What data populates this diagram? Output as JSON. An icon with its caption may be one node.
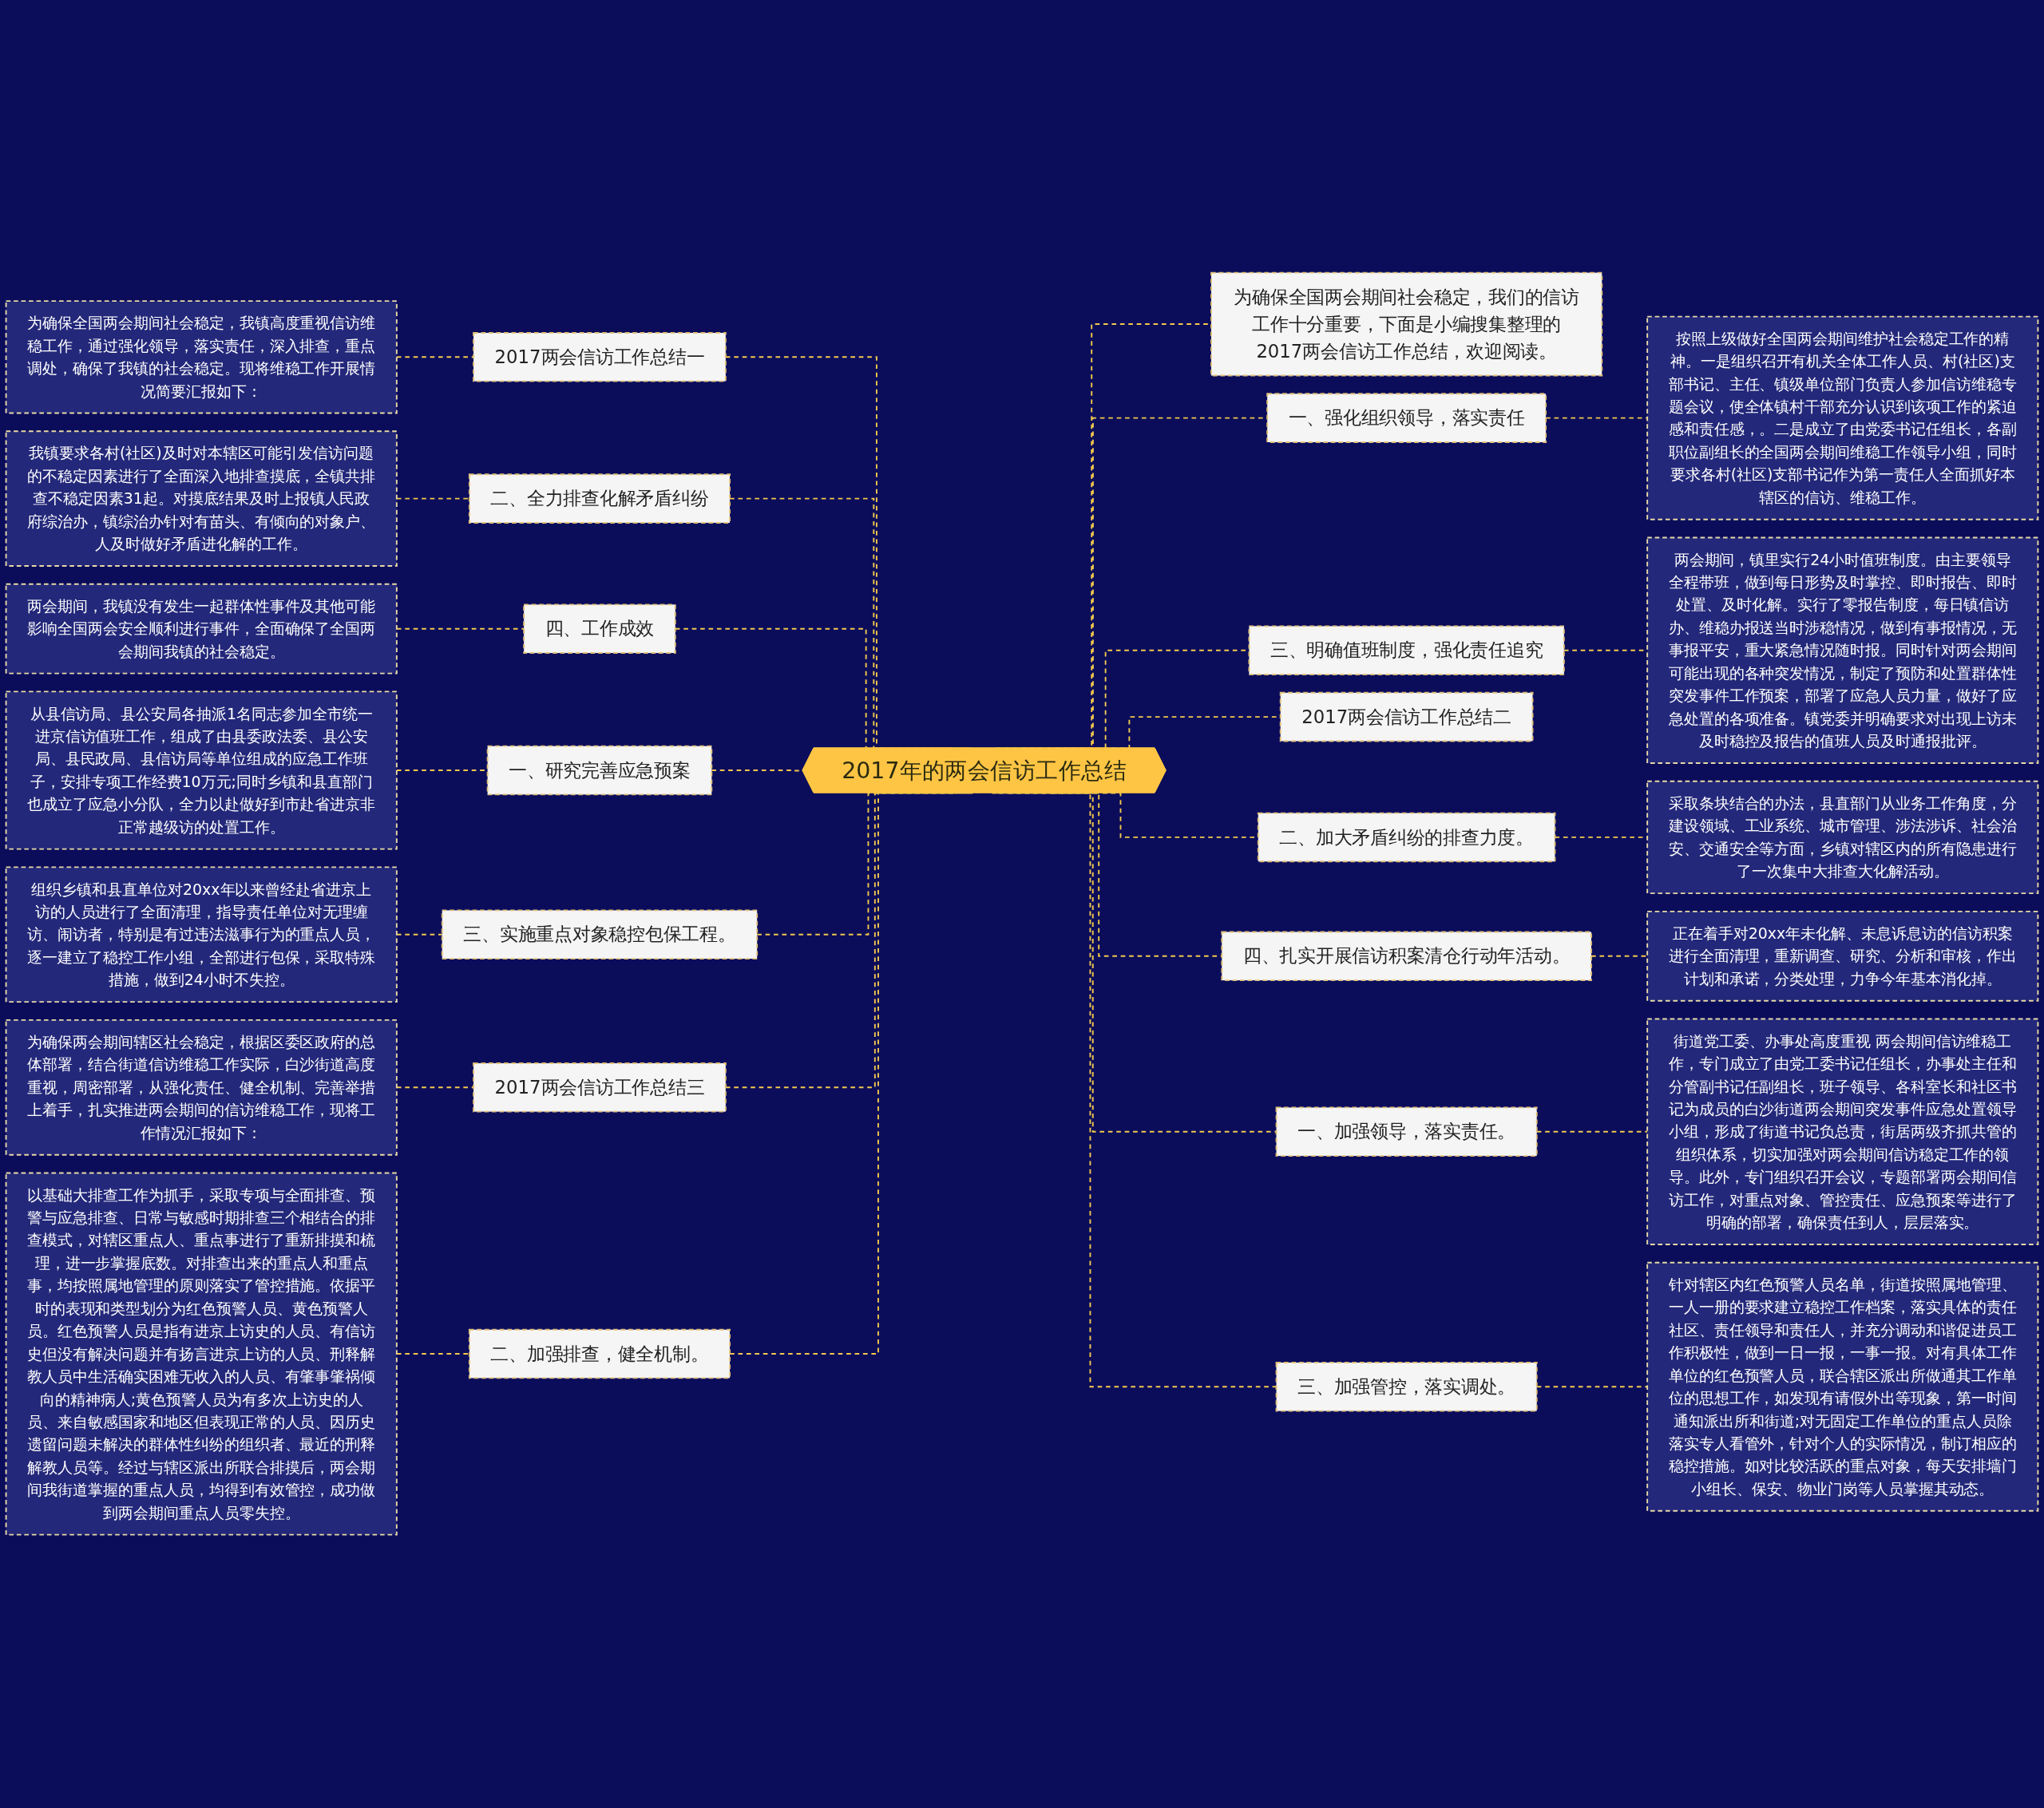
{
  "diagram": {
    "nodes": [
      {
        "text": [
          "2017年的两会信访工作总结"
        ]
      },
      {
        "text": [
          "2017两会信访工作总结一"
        ]
      },
      {
        "text": [
          "为确保全国两会期间社会稳定，我镇高度重视信访维稳工作，通过强化领导，落实责任，深入排查，重点调处，确保了我镇的社会稳定。现将维稳工作开展情况简要汇报如下："
        ]
      },
      {
        "text": [
          "二、全力排查化解矛盾纠纷"
        ]
      },
      {
        "text": [
          "我镇要求各村(社区)及时对本辖区可能引发信访问题的不稳定因素进行了全面深入地排查摸底，全镇共排查不稳定因素31起。对摸底结果及时上报镇人民政府综治办，镇综治办针对有苗头、有倾向的对象户、人及时做好矛盾进化解的工作。"
        ]
      },
      {
        "text": [
          "四、工作成效"
        ]
      },
      {
        "text": [
          "两会期间，我镇没有发生一起群体性事件及其他可能影响全国两会安全顺利进行事件，全面确保了全国两会期间我镇的社会稳定。"
        ]
      },
      {
        "text": [
          "一、研究完善应急预案"
        ]
      },
      {
        "text": [
          "从县信访局、县公安局各抽派1名同志参加全市统一进京信访值班工作，组成了由县委政法委、县公安局、县民政局、县信访局等单位组成的应急工作班子，安排专项工作经费10万元;同时乡镇和县直部门也成立了应急小分队，全力以赴做好到市赴省进京非正常越级访的处置工作。"
        ]
      },
      {
        "text": [
          "三、实施重点对象稳控包保工程。"
        ]
      },
      {
        "text": [
          "组织乡镇和县直单位对20xx年以来曾经赴省进京上访的人员进行了全面清理，指导责任单位对无理缠访、闹访者，特别是有过违法滋事行为的重点人员，逐一建立了稳控工作小组，全部进行包保，采取特殊措施，做到24小时不失控。"
        ]
      },
      {
        "text": [
          "2017两会信访工作总结三"
        ]
      },
      {
        "text": [
          "为确保两会期间辖区社会稳定，根据区委区政府的总体部署，结合街道信访维稳工作实际，白沙街道高度重视，周密部署，从强化责任、健全机制、完善举措上着手，扎实推进两会期间的信访维稳工作，现将工作情况汇报如下："
        ]
      },
      {
        "text": [
          "二、加强排查，健全机制。"
        ]
      },
      {
        "text": [
          "以基础大排查工作为抓手，采取专项与全面排查、预警与应急排查、日常与敏感时期排查三个相结合的排查模式，对辖区重点人、重点事进行了重新排摸和梳理，进一步掌握底数。对排查出来的重点人和重点事，均按照属地管理的原则落实了管控措施。依据平时的表现和类型划分为红色预警人员、黄色预警人员。红色预警人员是指有进京上访史的人员、有信访史但没有解决问题并有扬言进京上访的人员、刑释解教人员中生活确实困难无收入的人员、有肇事肇祸倾向的精神病人;黄色预警人员为有多次上访史的人员、来自敏感国家和地区但表现正常的人员、因历史遗留问题未解决的群体性纠纷的组织者、最近的刑释解教人员等。经过与辖区派出所联合排摸后，两会期间我街道掌握的重点人员，均得到有效管控，成功做到两会期间重点人员零失控。"
        ]
      },
      {
        "text": [
          "为确保全国两会期间社会稳定，我们的信访工作十分重要，下面是小编搜集整理的2017两会信访工作总结，欢迎阅读。"
        ]
      },
      {
        "text": [
          "一、强化组织领导，落实责任"
        ]
      },
      {
        "text": [
          "按照上级做好全国两会期间维护社会稳定工作的精神。一是组织召开有机关全体工作人员、村(社区)支部书记、主任、镇级单位部门负责人参加信访维稳专题会议，使全体镇村干部充分认识到该项工作的紧迫感和责任感，。二是成立了由党委书记任组长，各副职位副组长的全国两会期间维稳工作领导小组，同时要求各村(社区)支部书记作为第一责任人全面抓好本辖区的信访、维稳工作。"
        ]
      },
      {
        "text": [
          "三、明确值班制度，强化责任追究"
        ]
      },
      {
        "text": [
          "两会期间，镇里实行24小时值班制度。由主要领导全程带班，做到每日形势及时掌控、即时报告、即时处置、及时化解。实行了零报告制度，每日镇信访办、维稳办报送当时涉稳情况，做到有事报情况，无事报平安，重大紧急情况随时报。同时针对两会期间可能出现的各种突发情况，制定了预防和处置群体性突发事件工作预案，部署了应急人员力量，做好了应急处置的各项准备。镇党委并明确要求对出现上访未及时稳控及报告的值班人员及时通报批评。"
        ]
      },
      {
        "text": [
          "2017两会信访工作总结二"
        ]
      },
      {
        "text": [
          "二、加大矛盾纠纷的排查力度。"
        ]
      },
      {
        "text": [
          "采取条块结合的办法，县直部门从业务工作角度，分建设领域、工业系统、城市管理、涉法涉诉、社会治安、交通安全等方面，乡镇对辖区内的所有隐患进行了一次集中大排查大化解活动。"
        ]
      },
      {
        "text": [
          "四、扎实开展信访积案清仓行动年活动。"
        ]
      },
      {
        "text": [
          "正在着手对20xx年未化解、未息诉息访的信访积案进行全面清理，重新调查、研究、分析和审核，作出计划和承诺，分类处理，力争今年基本消化掉。"
        ]
      },
      {
        "text": [
          "一、加强领导，落实责任。"
        ]
      },
      {
        "text": [
          "街道党工委、办事处高度重视 两会期间信访维稳工作，专门成立了由党工委书记任组长，办事处主任和分管副书记任副组长，班子领导、各科室长和社区书记为成员的白沙街道两会期间突发事件应急处置领导小组，形成了街道书记负总责，街居两级齐抓共管的组织体系，切实加强对两会期间信访稳定工作的领导。此外，专门组织召开会议，专题部署两会期间信访工作，对重点对象、管控责任、应急预案等进行了明确的部署，确保责任到人，层层落实。"
        ]
      },
      {
        "text": [
          "三、加强管控，落实调处。"
        ]
      },
      {
        "text": [
          "针对辖区内红色预警人员名单，街道按照属地管理、一人一册的要求建立稳控工作档案，落实具体的责任社区、责任领导和责任人，并充分调动和谐促进员工作积极性，做到一日一报，一事一报。对有具体工作单位的红色预警人员，联合辖区派出所做通其工作单位的思想工作，如发现有请假外出等现象，第一时间通知派出所和街道;对无固定工作单位的重点人员除落实专人看管外，针对个人的实际情况，制订相应的稳控措施。如对比较活跃的重点对象，每天安排墙门小组长、保安、物业门岗等人员掌握其动态。"
        ]
      }
    ],
    "edges": [
      {
        "from": 1,
        "to": 0,
        "arrow": "none",
        "style": "dashed"
      },
      {
        "from": 2,
        "to": 1,
        "arrow": "none",
        "style": "dashed"
      },
      {
        "from": 3,
        "to": 0,
        "arrow": "none",
        "style": "dashed"
      },
      {
        "from": 4,
        "to": 3,
        "arrow": "none",
        "style": "dashed"
      },
      {
        "from": 5,
        "to": 0,
        "arrow": "none",
        "style": "dashed"
      },
      {
        "from": 6,
        "to": 5,
        "arrow": "none",
        "style": "dashed"
      },
      {
        "from": 7,
        "to": 0,
        "arrow": "none",
        "style": "dashed"
      },
      {
        "from": 8,
        "to": 7,
        "arrow": "none",
        "style": "dashed"
      },
      {
        "from": 9,
        "to": 0,
        "arrow": "none",
        "style": "dashed"
      },
      {
        "from": 10,
        "to": 9,
        "arrow": "none",
        "style": "dashed"
      },
      {
        "from": 11,
        "to": 0,
        "arrow": "none",
        "style": "dashed"
      },
      {
        "from": 12,
        "to": 11,
        "arrow": "none",
        "style": "dashed"
      },
      {
        "from": 13,
        "to": 0,
        "arrow": "none",
        "style": "dashed"
      },
      {
        "from": 14,
        "to": 13,
        "arrow": "none",
        "style": "dashed"
      },
      {
        "from": 0,
        "to": 15,
        "arrow": "none",
        "style": "dashed"
      },
      {
        "from": 0,
        "to": 16,
        "arrow": "none",
        "style": "dashed"
      },
      {
        "from": 16,
        "to": 17,
        "arrow": "none",
        "style": "dashed"
      },
      {
        "from": 0,
        "to": 18,
        "arrow": "none",
        "style": "dashed"
      },
      {
        "from": 18,
        "to": 19,
        "arrow": "none",
        "style": "dashed"
      },
      {
        "from": 0,
        "to": 20,
        "arrow": "none",
        "style": "dashed"
      },
      {
        "from": 0,
        "to": 21,
        "arrow": "none",
        "style": "dashed"
      },
      {
        "from": 21,
        "to": 22,
        "arrow": "none",
        "style": "dashed"
      },
      {
        "from": 0,
        "to": 23,
        "arrow": "none",
        "style": "dashed"
      },
      {
        "from": 23,
        "to": 24,
        "arrow": "none",
        "style": "dashed"
      },
      {
        "from": 0,
        "to": 25,
        "arrow": "none",
        "style": "dashed"
      },
      {
        "from": 25,
        "to": 26,
        "arrow": "none",
        "style": "dashed"
      },
      {
        "from": 0,
        "to": 27,
        "arrow": "none",
        "style": "dashed"
      },
      {
        "from": 27,
        "to": 28,
        "arrow": "none",
        "style": "dashed"
      }
    ]
  }
}
